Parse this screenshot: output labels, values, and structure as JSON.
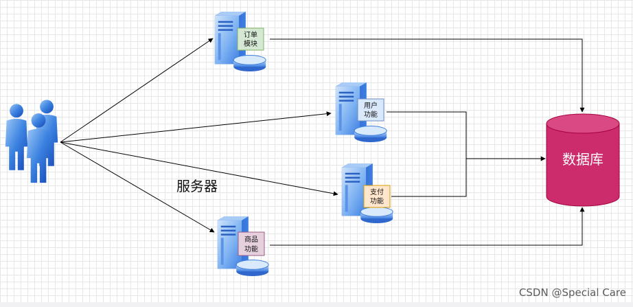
{
  "diagram": {
    "users_icon": "users-group-icon",
    "server_group_label": "服务器",
    "database": {
      "label": "数据库",
      "color": "#cc2c6b"
    },
    "servers": [
      {
        "id": "order",
        "line1": "订单",
        "line2": "模块",
        "tag_color": "#d5e8d4"
      },
      {
        "id": "user",
        "line1": "用户",
        "line2": "功能",
        "tag_color": "#dae8fc"
      },
      {
        "id": "payment",
        "line1": "支付",
        "line2": "功能",
        "tag_color": "#ffe6cc"
      },
      {
        "id": "product",
        "line1": "商品",
        "line2": "功能",
        "tag_color": "#e6d0de"
      }
    ]
  },
  "watermark": "CSDN @Special Care"
}
